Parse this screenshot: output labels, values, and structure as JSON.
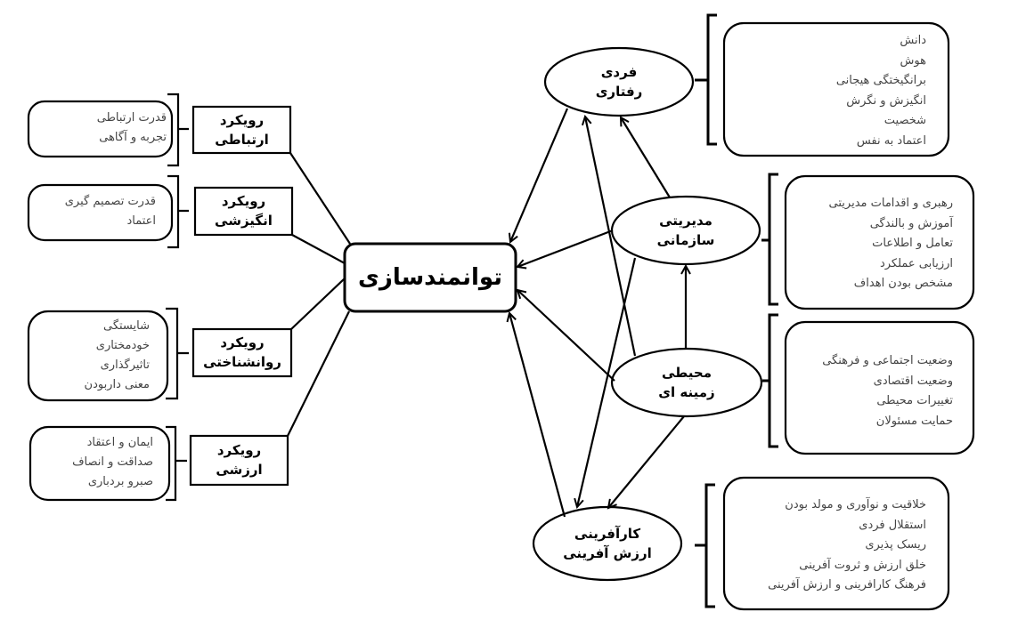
{
  "center": {
    "label": "توانمندسازی"
  },
  "approaches": [
    {
      "line1": "رویکرد",
      "line2": "ارتباطی",
      "items": [
        "قدرت ارتباطی",
        "تجربه و آگاهی"
      ]
    },
    {
      "line1": "رویکرد",
      "line2": "انگیزشی",
      "items": [
        "قدرت تصمیم گیری",
        "اعتماد"
      ]
    },
    {
      "line1": "رویکرد",
      "line2": "روانشناختی",
      "items": [
        "شایستگی",
        "خودمختاری",
        "تاثیرگذاری",
        "معنی داربودن"
      ]
    },
    {
      "line1": "رویکرد",
      "line2": "ارزشی",
      "items": [
        "ایمان و اعتقاد",
        "صداقت و انصاف",
        "صبرو بردباری"
      ]
    }
  ],
  "factors": [
    {
      "line1": "فردی",
      "line2": "رفتاری",
      "items": [
        "دانش",
        "هوش",
        "برانگیختگی هیجانی",
        "انگیزش و نگرش",
        "شخصیت",
        "اعتماد به نفس"
      ]
    },
    {
      "line1": "مدیریتی",
      "line2": "سازمانی",
      "items": [
        "رهبری و اقدامات مدیریتی",
        "آموزش و بالندگی",
        "تعامل و اطلاعات",
        "ارزیابی عملکرد",
        "مشخص بودن اهداف"
      ]
    },
    {
      "line1": "محیطی",
      "line2": "زمینه ای",
      "items": [
        "وضعیت اجتماعی و فرهنگی",
        "وضعیت اقتصادی",
        "تغییرات محیطی",
        "حمایت مسئولان"
      ]
    },
    {
      "line1": "کارآفرینی",
      "line2": "ارزش آفرینی",
      "items": [
        "خلاقیت و نوآوری و مولد بودن",
        "استقلال فردی",
        "ریسک پذیری",
        "خلق ارزش و ثروت آفرینی",
        "فرهنگ کارافرینی و ارزش آفرینی"
      ]
    }
  ]
}
